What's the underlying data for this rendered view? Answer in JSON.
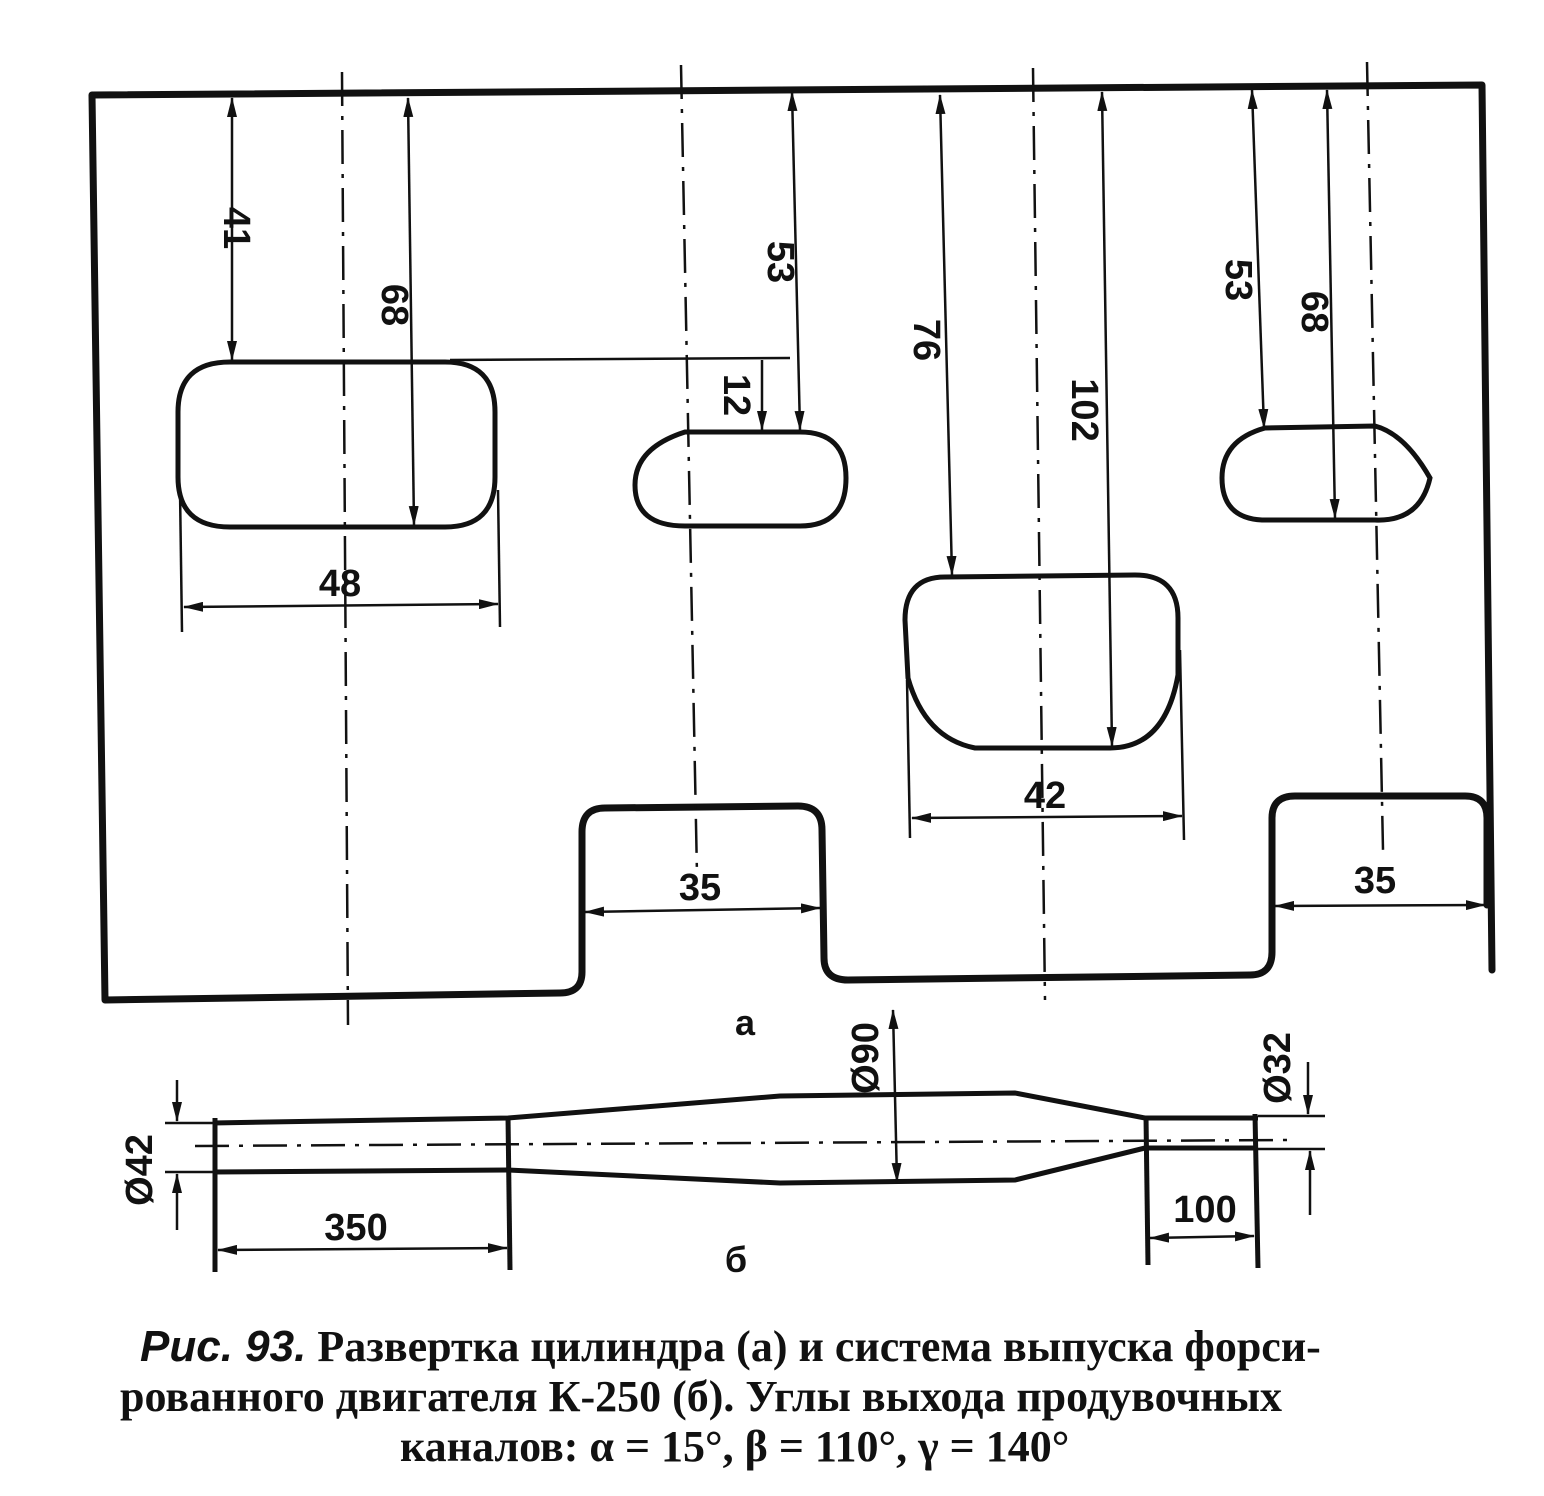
{
  "diagram_a": {
    "dimensions": {
      "d41": "41",
      "d68_left": "68",
      "d48": "48",
      "d12": "12",
      "d53_mid": "53",
      "d76": "76",
      "d102": "102",
      "d42": "42",
      "d53_right": "53",
      "d68_right": "68",
      "d35_left": "35",
      "d35_right": "35"
    },
    "label": "а"
  },
  "diagram_b": {
    "dimensions": {
      "dia42": "Ø42",
      "dia90": "Ø90",
      "dia32": "Ø32",
      "len350": "350",
      "len100": "100"
    },
    "label": "б"
  },
  "caption": {
    "figure": "Рис. 93.",
    "line1": "Развертка цилиндра (а) и система выпуска форси-",
    "line2": "рованного двигателя К-250 (б). Углы выхода продувочных",
    "line3": "каналов: α = 15°, β = 110°, γ = 140°"
  }
}
